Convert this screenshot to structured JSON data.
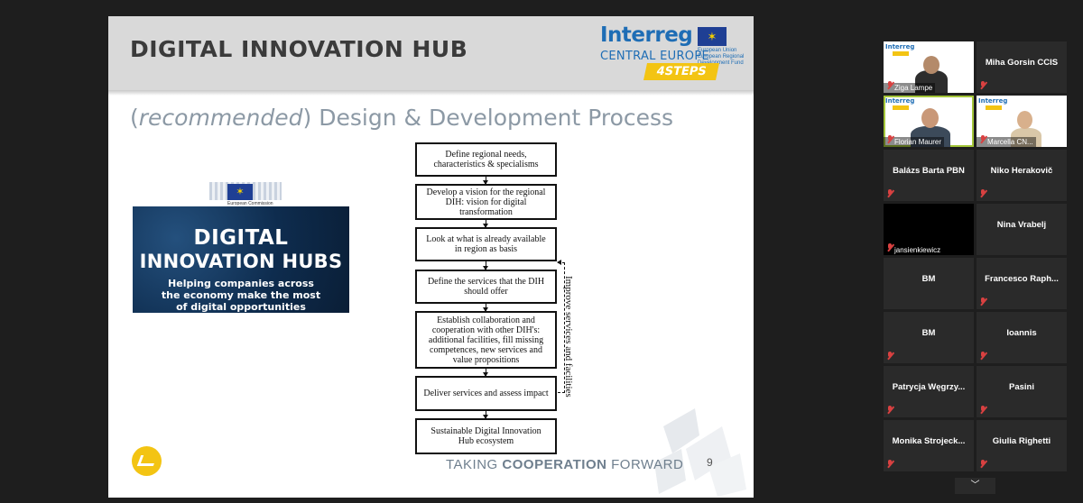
{
  "slide": {
    "title": "DIGITAL INNOVATION HUB",
    "subtitle_recommended": "recommended",
    "subtitle_rest": "Design & Development Process",
    "subtitle_open": "(",
    "subtitle_close": ")",
    "logo": {
      "interreg": "Interreg",
      "central_europe": "CENTRAL EUROPE",
      "fund_text": "European Union European Regional Development Fund",
      "badge": "4STEPS"
    },
    "ec_logo_text": "European Commission",
    "banner": {
      "line1": "DIGITAL",
      "line2": "INNOVATION HUBS",
      "sub1": "Helping companies across",
      "sub2": "the economy make the most",
      "sub3": "of digital opportunities"
    },
    "flow_steps": [
      "Define regional needs, characteristics & specialisms",
      "Develop a vision for the regional DIH: vision for digital transformation",
      "Look at what is already available in region as basis",
      "Define the services that the DIH should offer",
      "Establish collaboration and cooperation with other DIH's: additional facilities, fill missing competences, new services and value propositions",
      "Deliver services and assess impact",
      "Sustainable Digital Innovation Hub ecosystem"
    ],
    "feedback_label": "Improve services and facilities",
    "footer": {
      "taking": "TAKING",
      "cooperation": "COOPERATION",
      "forward": "FORWARD"
    },
    "page_number": "9"
  },
  "participants": [
    {
      "name": "Ziga Lampe",
      "video": true
    },
    {
      "name": "Miha Gorsin CCIS",
      "video": false
    },
    {
      "name": "Florian Maurer",
      "video": true
    },
    {
      "name": "Marcella CN...",
      "video": true
    },
    {
      "name": "Balázs Barta PBN",
      "video": false
    },
    {
      "name": "Niko Herakovič",
      "video": false
    },
    {
      "name": "jansienkiewicz",
      "video": true
    },
    {
      "name": "Nina Vrabelj",
      "video": false
    },
    {
      "name": "BM",
      "video": false
    },
    {
      "name": "Francesco  Raph...",
      "video": false
    },
    {
      "name": "BM",
      "video": false
    },
    {
      "name": "Ioannis",
      "video": false
    },
    {
      "name": "Patrycja  Węgrzy...",
      "video": false
    },
    {
      "name": "Pasini",
      "video": false
    },
    {
      "name": "Monika  Strojeck...",
      "video": false
    },
    {
      "name": "Giulia Righetti",
      "video": false
    }
  ],
  "colors": {
    "accent_yellow": "#f3c413",
    "interreg_blue": "#1e6db5",
    "active_speaker": "#a4c639",
    "muted_red": "#d94141"
  },
  "icons": {
    "scroll_down": "chevron-down-icon",
    "muted": "mic-muted-icon"
  }
}
